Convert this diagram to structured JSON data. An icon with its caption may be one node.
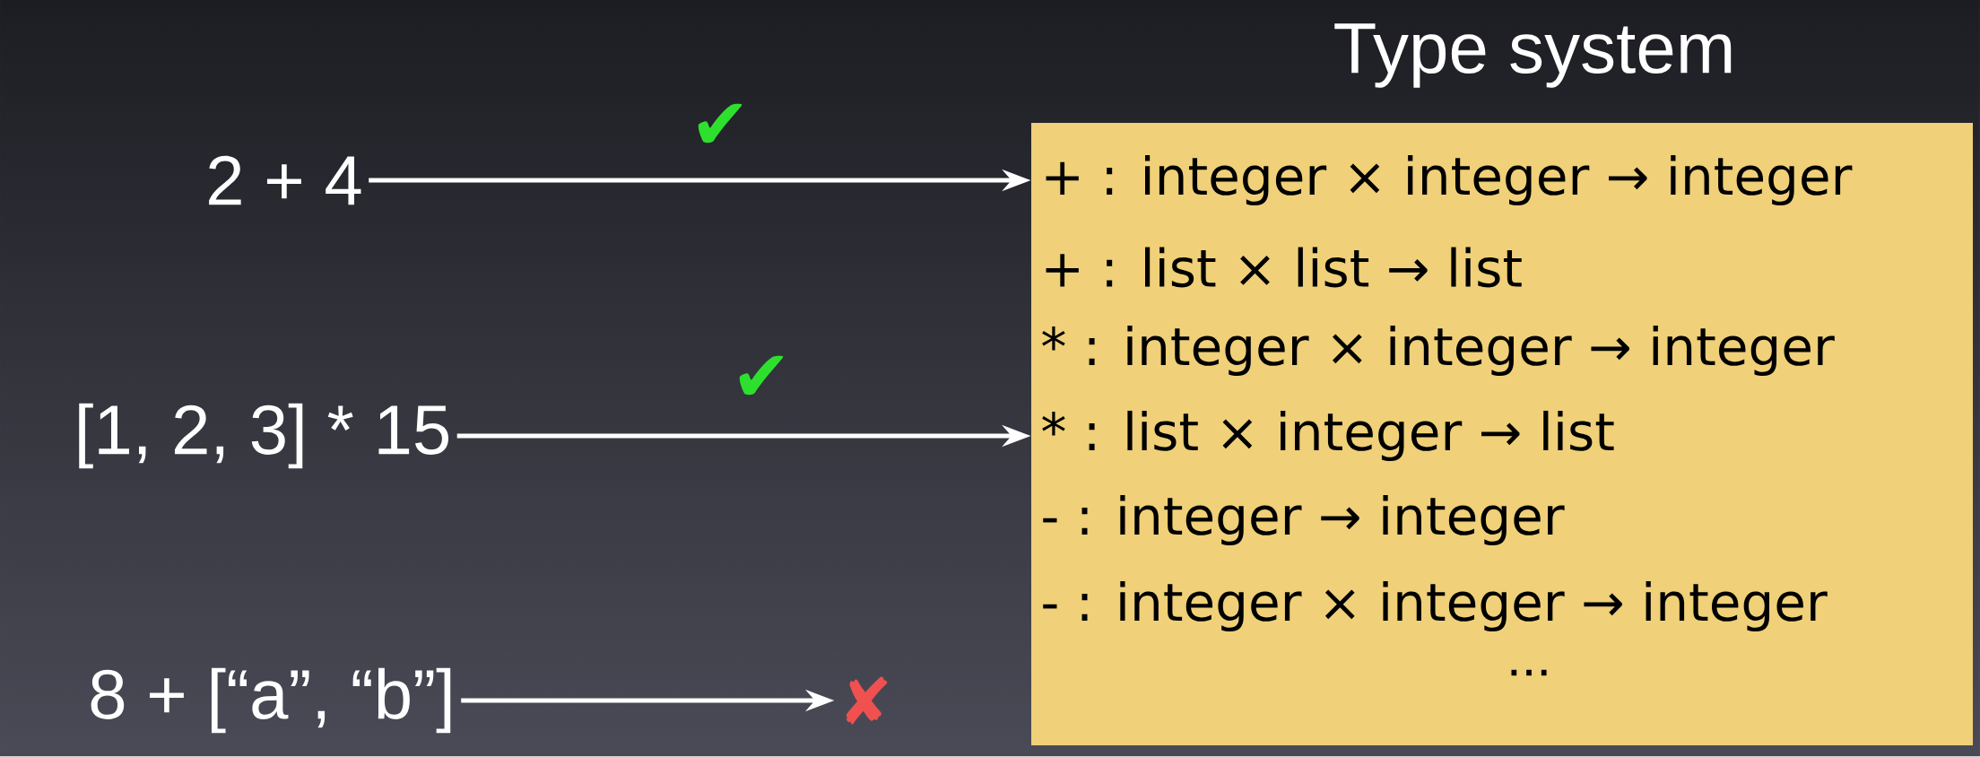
{
  "diagram": {
    "nodes": [
      {
        "text": [
          "2 + 4"
        ]
      },
      {
        "text": [
          "[1, 2, 3] * 15"
        ]
      },
      {
        "text": [
          "8 + [“a”, “b”]"
        ]
      },
      {
        "text": [
          "Type system",
          "+ : integer × integer → integer",
          "+ : list × list → list",
          "* : integer × integer → integer",
          "* : list × integer → list",
          "- : integer → integer",
          "- : integer × integer → integer",
          "..."
        ]
      },
      {
        "text": [
          "✘"
        ]
      }
    ],
    "edges": [
      {
        "from": 0,
        "to": 3,
        "arrow": "to",
        "label": "✔"
      },
      {
        "from": 1,
        "to": 3,
        "arrow": "to",
        "label": "✔"
      },
      {
        "from": 2,
        "to": 4,
        "arrow": "to"
      }
    ]
  }
}
